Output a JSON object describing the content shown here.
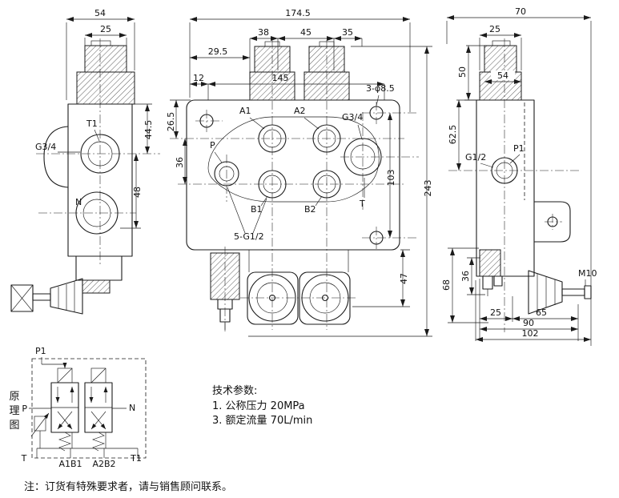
{
  "drawing": {
    "left_view": {
      "dim_width_top": "54",
      "dim_cap_width": "25",
      "dim_height_upper": "44.5",
      "dim_height_lower": "48",
      "port_t1": "T1",
      "port_g34": "G3/4",
      "port_n": "N"
    },
    "front_view": {
      "dim_total_width": "174.5",
      "dim_span_38": "38",
      "dim_span_45": "45",
      "dim_span_35": "35",
      "dim_29_5": "29.5",
      "dim_12": "12",
      "dim_145": "145",
      "dim_26_5": "26.5",
      "dim_36": "36",
      "dim_103": "103",
      "dim_total_height": "243",
      "dim_47": "47",
      "port_a1": "A1",
      "port_a2": "A2",
      "port_g34": "G3/4",
      "port_p": "P",
      "port_b1": "B1",
      "port_b2": "B2",
      "port_t": "T",
      "note_holes": "3-φ8.5",
      "note_ports": "5-G1/2"
    },
    "right_view": {
      "dim_width_top": "70",
      "dim_cap_width": "25",
      "dim_50": "50",
      "dim_54": "54",
      "dim_62_5": "62.5",
      "dim_36": "36",
      "dim_68": "68",
      "dim_25": "25",
      "dim_65": "65",
      "dim_90": "90",
      "dim_102": "102",
      "port_g12": "G1/2",
      "port_p1": "P1",
      "thread_m10": "M10"
    }
  },
  "schematic": {
    "title_char1": "原",
    "title_char2": "理",
    "title_char3": "图",
    "port_p1": "P1",
    "port_p": "P",
    "port_n": "N",
    "port_t": "T",
    "port_t1": "T1",
    "ports_a1b1": "A1B1",
    "ports_a2b2": "A2B2"
  },
  "tech_params": {
    "heading": "技术参数:",
    "item_pressure": "1. 公称压力  20MPa",
    "item_flow": "3. 额定流量  70L/min"
  },
  "footnote": "注：订货有特殊要求者，请与销售顾问联系。"
}
